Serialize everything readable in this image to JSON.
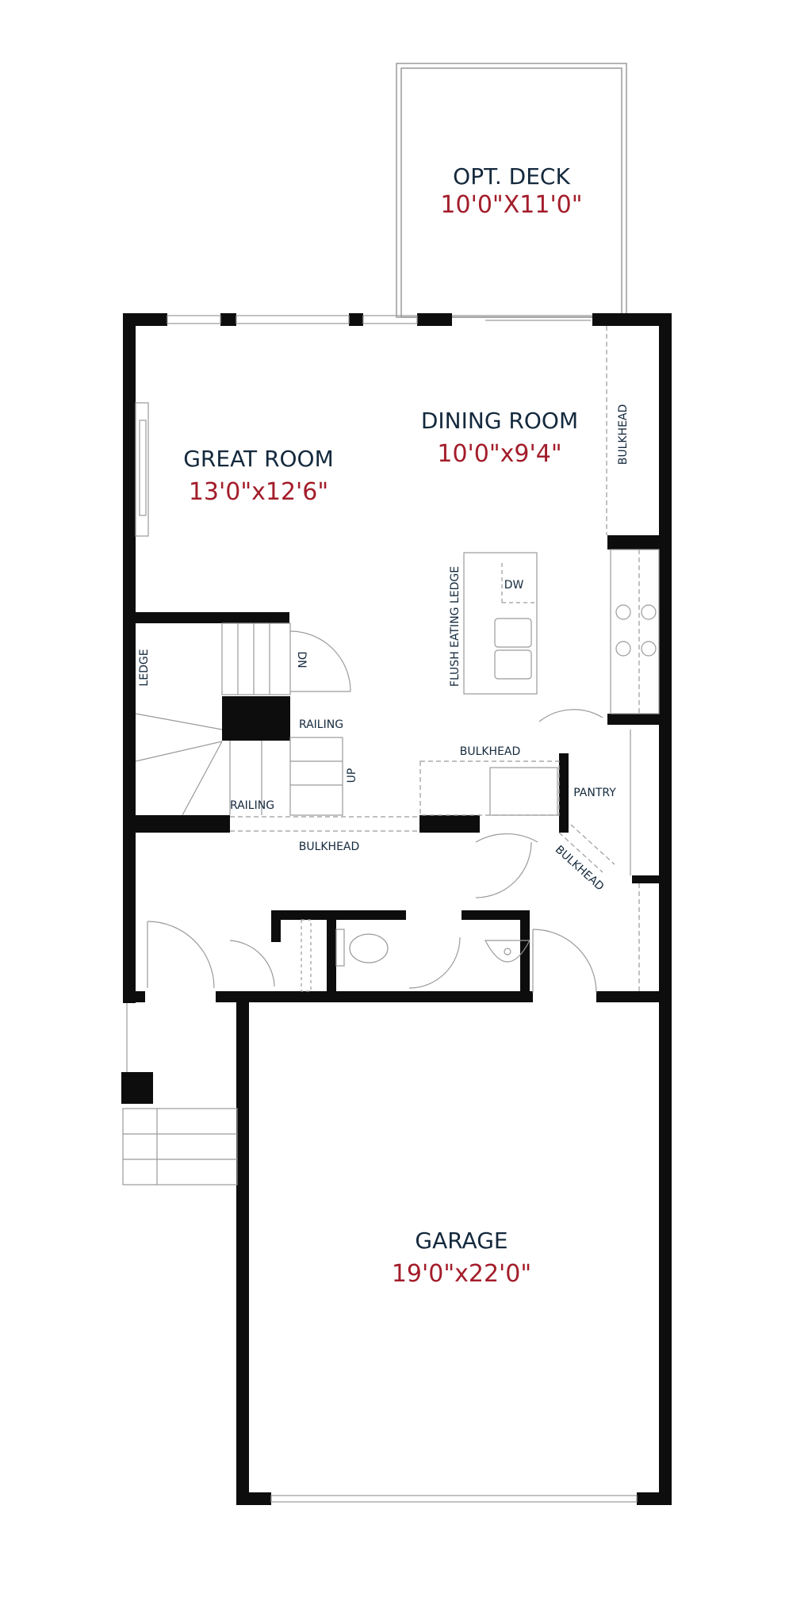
{
  "colors": {
    "wall": "#0d0d0d",
    "thin": "#9a9a9a",
    "name": "#14293d",
    "dim": "#a31d2a",
    "label": "#14293d"
  },
  "rooms": {
    "deck": {
      "name": "OPT. DECK",
      "dim": "10'0\"X11'0\""
    },
    "dining": {
      "name": "DINING ROOM",
      "dim": "10'0\"x9'4\""
    },
    "great": {
      "name": "GREAT ROOM",
      "dim": "13'0\"x12'6\""
    },
    "garage": {
      "name": "GARAGE",
      "dim": "19'0\"x22'0\""
    }
  },
  "labels": {
    "bulkhead_right": "BULKHEAD",
    "dw": "DW",
    "flush_eating_ledge": "FLUSH EATING LEDGE",
    "ledge": "LEDGE",
    "dn": "DN",
    "railing_upper": "RAILING",
    "railing_lower": "RAILING",
    "up": "UP",
    "bulkhead_kitchen": "BULKHEAD",
    "pantry": "PANTRY",
    "bulkhead_lower": "BULKHEAD",
    "bulkhead_diag": "BULKHEAD"
  }
}
